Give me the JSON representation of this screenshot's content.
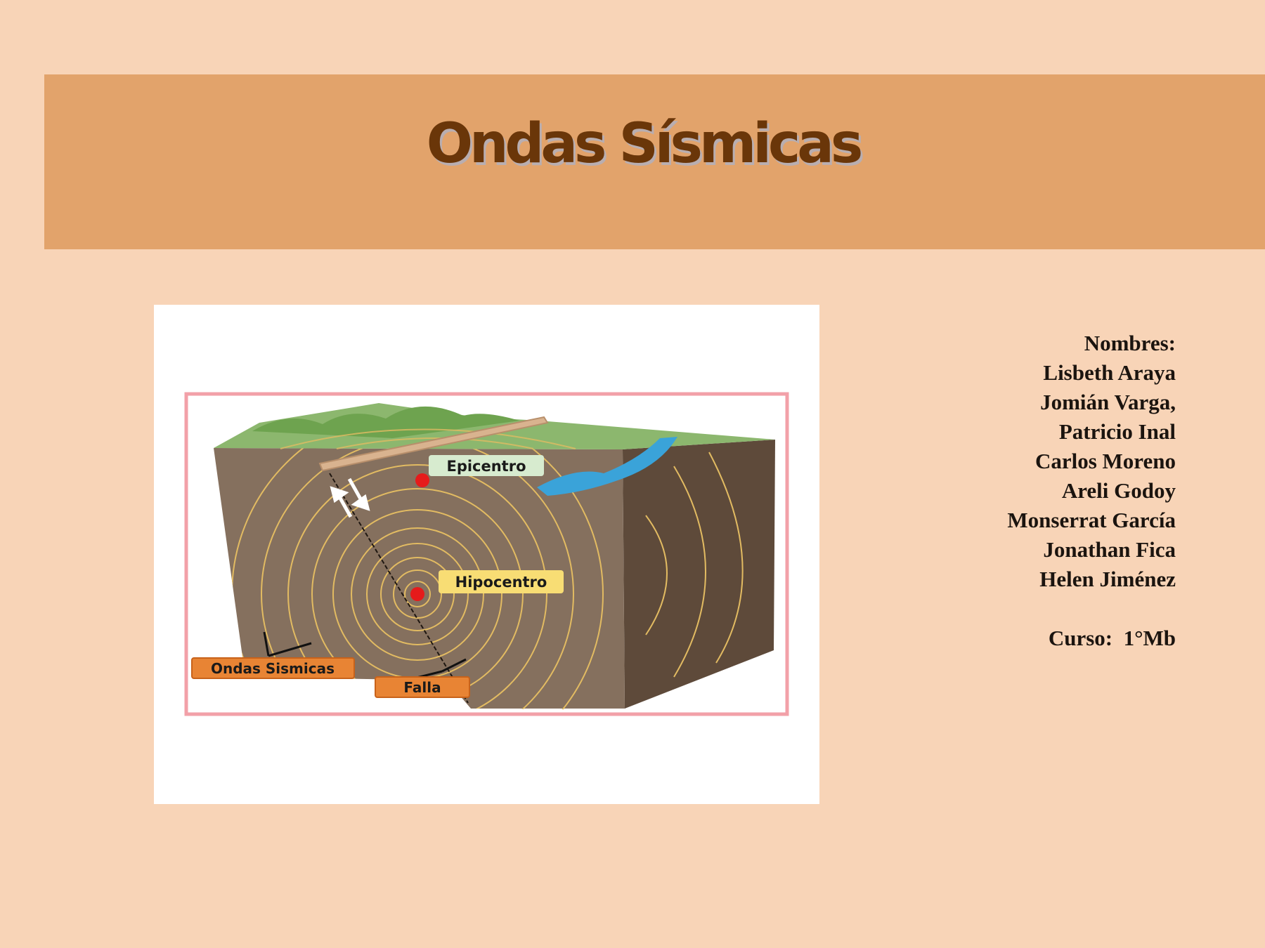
{
  "slide": {
    "title": "Ondas Sísmicas"
  },
  "credits": {
    "names_label": "Nombres:",
    "names": [
      "Lisbeth Araya",
      "Jomián Varga,",
      "Patricio Inal",
      "Carlos Moreno",
      "Areli Godoy",
      "Monserrat García",
      "Jonathan Fica",
      "Helen Jiménez"
    ],
    "course_label": "Curso:",
    "course_value": "1°Mb"
  },
  "figure": {
    "labels": {
      "epicenter": "Epicentro",
      "hypocenter": "Hipocentro",
      "seismic_waves": "Ondas Sismicas",
      "fault": "Falla"
    },
    "colors": {
      "ground": "#85705e",
      "side": "#5e4a3a",
      "grass": "#8cb76e",
      "wave": "#e2bb62",
      "river": "#3aa3d9",
      "frame": "#f2a0a8",
      "marker": "#e51b1b",
      "label_green": "#d7ebcf",
      "label_yellow": "#f8dd74",
      "label_orange": "#e88434"
    }
  }
}
